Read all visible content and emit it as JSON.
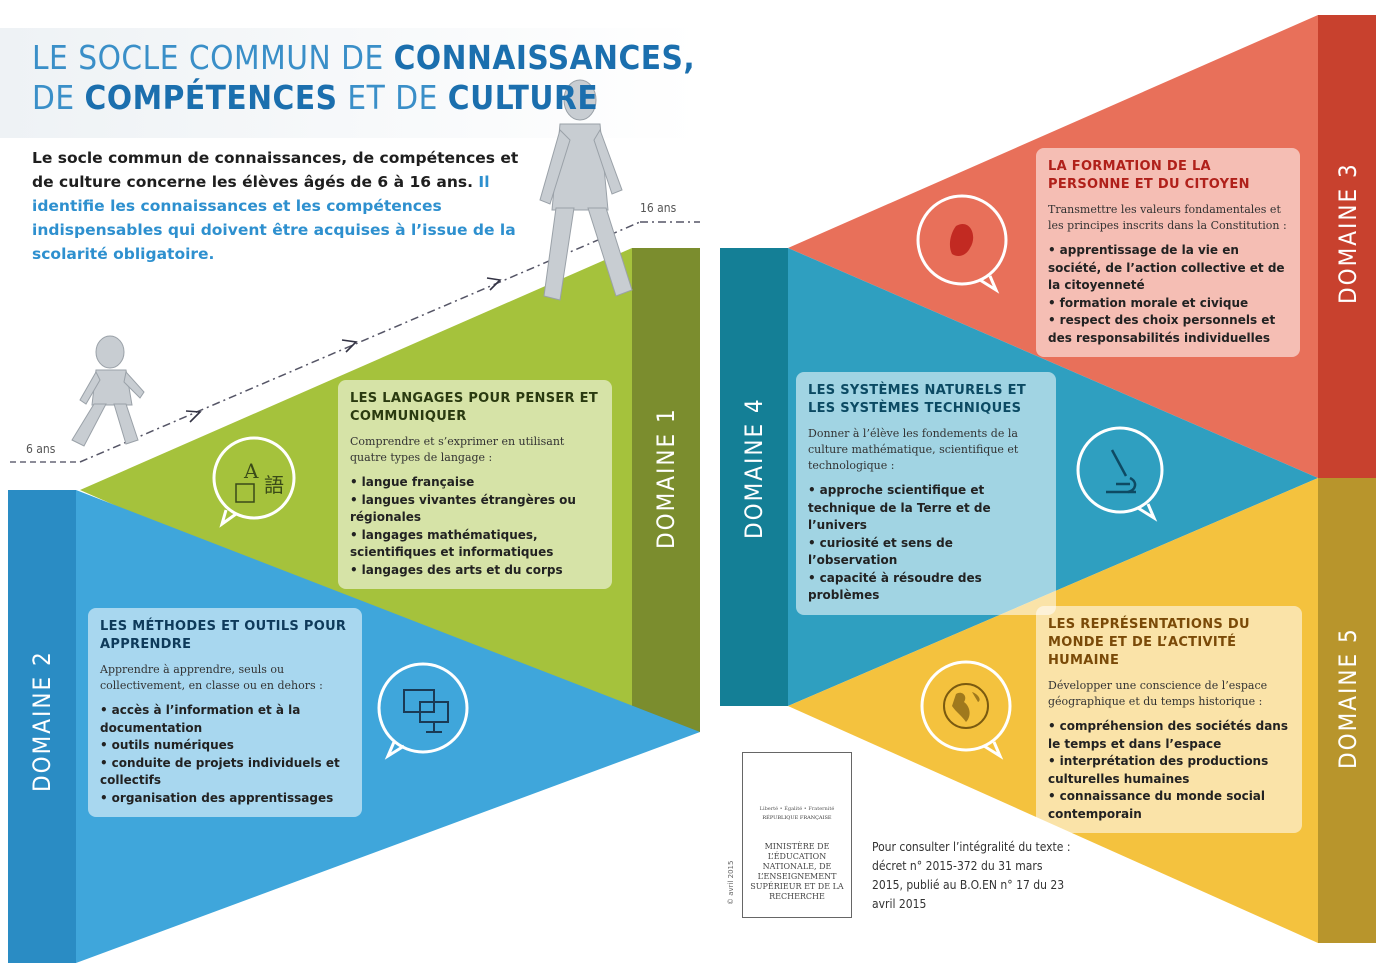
{
  "title": {
    "line1_plain": "LE SOCLE COMMUN DE ",
    "line1_bold": "CONNAISSANCES,",
    "line2_plain_a": "DE ",
    "line2_bold_a": "COMPÉTENCES",
    "line2_plain_b": " ET DE ",
    "line2_bold_b": "CULTURE"
  },
  "intro": {
    "dark": "Le socle commun de connaissances, de compétences et de culture concerne les élèves âgés de 6 à 16 ans.",
    "highlight": " Il identifie les connaissances et les compétences indispensables qui doivent être acquises à l’issue de la scolarité obligatoire."
  },
  "ages": {
    "start": "6 ans",
    "end": "16 ans"
  },
  "domains": [
    {
      "label": "DOMAINE 1",
      "color": "#a5c23c",
      "band_color": "#7b8d2e",
      "title_color": "#2a3a10",
      "title": "LES LANGAGES POUR PENSER ET COMMUNIQUER",
      "desc": "Comprendre et s’exprimer en utilisant quatre types de langage :",
      "items": [
        "langue française",
        "langues vivantes étrangères ou régionales",
        "langages mathématiques, scientifiques et informatiques",
        "langages des arts et du corps"
      ],
      "icon": "language-icon"
    },
    {
      "label": "DOMAINE 2",
      "color": "#3fa6db",
      "band_color": "#2a8cc4",
      "title_color": "#0e3a5a",
      "title": "LES MÉTHODES ET OUTILS POUR APPRENDRE",
      "desc": "Apprendre à apprendre, seuls ou collectivement, en classe ou en dehors :",
      "items": [
        "accès à l’information et à la documentation",
        "outils numériques",
        "conduite de projets individuels et collectifs",
        "organisation des apprentissages"
      ],
      "icon": "computer-icon"
    },
    {
      "label": "DOMAINE 3",
      "color": "#e8705a",
      "band_color": "#c8412e",
      "title_color": "#b0201a",
      "title": "LA FORMATION DE LA PERSONNE ET DU CITOYEN",
      "desc": "Transmettre les valeurs fondamentales et les principes inscrits dans la Constitution :",
      "items": [
        "apprentissage de la vie en société, de l’action collective et de la citoyenneté",
        "formation morale et civique",
        "respect des choix personnels et des responsabilités individuelles"
      ],
      "icon": "marianne-icon"
    },
    {
      "label": "DOMAINE 4",
      "color": "#2f9fc0",
      "band_color": "#147f96",
      "title_color": "#0b4a63",
      "title": "LES SYSTÈMES NATURELS ET LES SYSTÈMES TECHNIQUES",
      "desc": "Donner à l’élève les fondements de la culture mathématique, scientifique et technologique :",
      "items": [
        "approche scientifique et technique de la Terre et de l’univers",
        "curiosité et sens de l’observation",
        "capacité à résoudre des problèmes"
      ],
      "icon": "microscope-icon"
    },
    {
      "label": "DOMAINE 5",
      "color": "#f4c23e",
      "band_color": "#b8952c",
      "title_color": "#7a4a08",
      "title": "LES REPRÉSENTATIONS DU MONDE ET DE L’ACTIVITÉ HUMAINE",
      "desc": "Développer une conscience de l’espace géographique et du temps historique :",
      "items": [
        "compréhension des sociétés dans le temps et dans l’espace",
        "interprétation des productions culturelles humaines",
        "connaissance du monde social contemporain"
      ],
      "icon": "globe-icon"
    }
  ],
  "ministry": {
    "motto": "Liberté • Égalité • Fraternité",
    "republic": "RÉPUBLIQUE FRANÇAISE",
    "name": "MINISTÈRE DE L’ÉDUCATION NATIONALE, DE L’ENSEIGNEMENT SUPÉRIEUR ET DE LA RECHERCHE"
  },
  "reference": "Pour consulter l’intégralité du texte : décret n° 2015-372 du 31 mars 2015, publié au B.O.EN n° 17 du 23 avril 2015",
  "credit": "© avril 2015"
}
